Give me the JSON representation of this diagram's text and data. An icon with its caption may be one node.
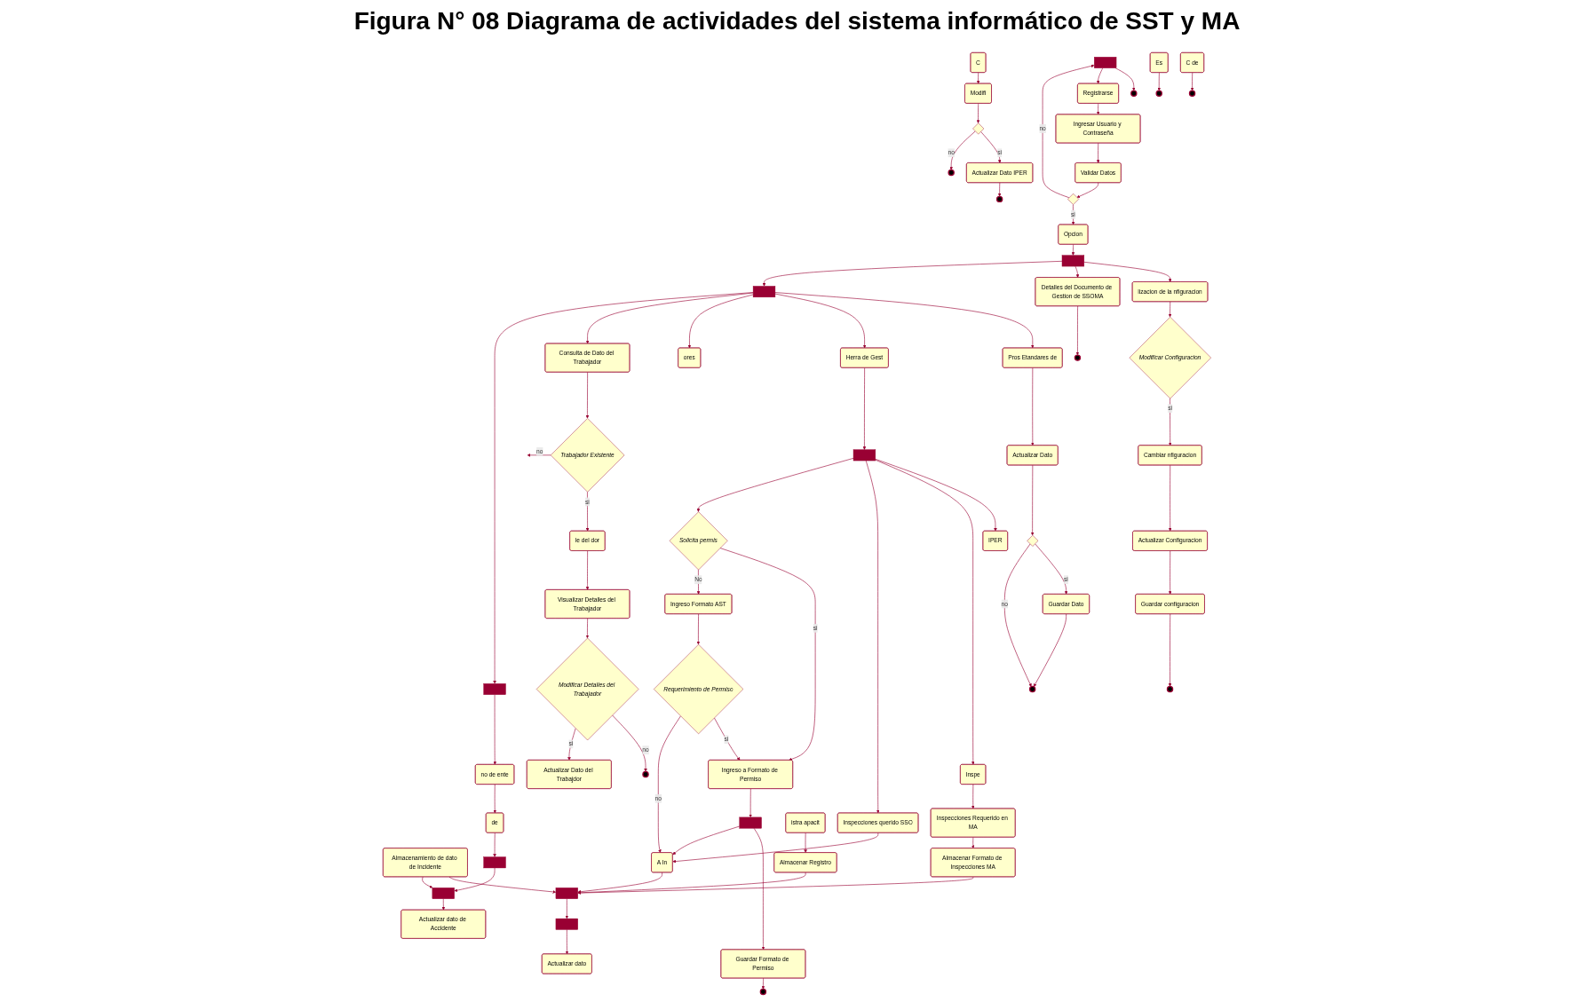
{
  "diagram": {
    "title": "Figura N° 08 Diagrama de actividades del sistema informático de SST y MA",
    "nodes": [
      {
        "text": [],
        "shape": "circle"
      },
      {
        "text": [],
        "shape": "bar"
      },
      {
        "text": [
          "Registrarse"
        ]
      },
      {
        "text": [
          "Ingresar Usuario y Contraseña"
        ]
      },
      {
        "text": [
          "Validar Datos"
        ]
      },
      {
        "text": [],
        "shape": "diamond"
      },
      {
        "text": [
          "Opcion"
        ]
      },
      {
        "text": [],
        "shape": "bar"
      },
      {
        "text": [],
        "shape": "bar"
      },
      {
        "text": [
          "Pros Etandares de"
        ]
      },
      {
        "text": [
          "Actualizar Dato"
        ]
      },
      {
        "text": [],
        "shape": "diamond"
      },
      {
        "text": [
          "Guardar Dato"
        ]
      },
      {
        "text": [],
        "shape": "circle"
      },
      {
        "text": [
          "Herra de Gest"
        ]
      },
      {
        "text": [],
        "shape": "bar"
      },
      {
        "text": [
          "ores"
        ]
      },
      {
        "text": [
          "Consulta de Dato del Trabajador"
        ]
      },
      {
        "text": [
          "Trabajador Existente"
        ]
      },
      {
        "text": [
          "le del dor"
        ]
      },
      {
        "text": [
          "Visualizar Detalles del Trabajador"
        ]
      },
      {
        "text": [
          "Modificar Detalles del Trabajador"
        ]
      },
      {
        "text": [],
        "shape": "circle"
      },
      {
        "text": [
          "Actualizar Dato del Trabajdor"
        ]
      },
      {
        "text": [
          "lizacion de la nfiguracion"
        ]
      },
      {
        "text": [
          "Modificar Configuracion"
        ]
      },
      {
        "text": [
          "Cambiar nfiguracion"
        ]
      },
      {
        "text": [
          "Actualizar Configuracion"
        ]
      },
      {
        "text": [
          "Guardar configuracion"
        ]
      },
      {
        "text": [],
        "shape": "circle"
      },
      {
        "text": [
          "Detalles del Documento de Gestion de SSOMA"
        ]
      },
      {
        "text": [],
        "shape": "circle"
      },
      {
        "text": [
          "IPER"
        ]
      },
      {
        "text": [
          "Inspe"
        ]
      },
      {
        "text": [
          "Inspecciones Requerido en MA"
        ]
      },
      {
        "text": [
          "Inspecciones querido SSO"
        ]
      },
      {
        "text": [
          "Solicita permis"
        ]
      },
      {
        "text": [
          "Ingreso a Formato de Permiso"
        ]
      },
      {
        "text": [
          "Ingreso Formato AST"
        ]
      },
      {
        "text": [
          "Requerimiento de Permiso"
        ]
      },
      {
        "text": [],
        "shape": "bar"
      },
      {
        "text": [
          "Guardar Formato de Permiso"
        ]
      },
      {
        "text": [],
        "shape": "circle"
      },
      {
        "text": [],
        "shape": "bar"
      },
      {
        "text": [
          "no de ente"
        ]
      },
      {
        "text": [
          "istra apacit"
        ]
      },
      {
        "text": [
          "Modifi"
        ]
      },
      {
        "text": [],
        "shape": "diamond"
      },
      {
        "text": [],
        "shape": "circle"
      },
      {
        "text": [
          "Es"
        ]
      },
      {
        "text": [],
        "shape": "circle"
      },
      {
        "text": [
          "C de"
        ]
      },
      {
        "text": [],
        "shape": "circle"
      },
      {
        "text": [
          "Actualizar dato"
        ]
      },
      {
        "text": [],
        "shape": "bar"
      },
      {
        "text": [],
        "shape": "bar"
      },
      {
        "text": [
          "Almacenamiento de dato de Incidente"
        ]
      },
      {
        "text": [
          "Actualizar dato de Accidente"
        ]
      },
      {
        "text": [],
        "shape": "bar"
      },
      {
        "text": [],
        "shape": "bar"
      },
      {
        "text": [
          "de"
        ]
      },
      {
        "text": [
          "Almacenar Registro"
        ]
      },
      {
        "text": [
          "Actualizar Dato IPER"
        ]
      },
      {
        "text": [],
        "shape": "circle"
      },
      {
        "text": [
          "A In"
        ]
      },
      {
        "text": [
          "Almacenar Formato de Inspecciones MA"
        ]
      },
      {
        "text": [
          "C"
        ]
      }
    ],
    "edges": [
      {
        "from": 1,
        "to": 0,
        "arrow": "to"
      },
      {
        "from": 1,
        "to": 2,
        "arrow": "to"
      },
      {
        "from": 2,
        "to": 3,
        "arrow": "to"
      },
      {
        "from": 3,
        "to": 4,
        "arrow": "to"
      },
      {
        "from": 4,
        "to": 5,
        "arrow": "to"
      },
      {
        "from": 5,
        "to": 1,
        "arrow": "to",
        "label": "no"
      },
      {
        "from": 5,
        "to": 6,
        "arrow": "to",
        "label": "si"
      },
      {
        "from": 6,
        "to": 7,
        "arrow": "to"
      },
      {
        "from": 7,
        "to": 24,
        "arrow": "to"
      },
      {
        "from": 7,
        "to": 30,
        "arrow": "to"
      },
      {
        "from": 7,
        "to": 8,
        "arrow": "to"
      },
      {
        "from": 8,
        "to": 9,
        "arrow": "to"
      },
      {
        "from": 8,
        "to": 14,
        "arrow": "to"
      },
      {
        "from": 8,
        "to": 16,
        "arrow": "to"
      },
      {
        "from": 8,
        "to": 17,
        "arrow": "to"
      },
      {
        "from": 8,
        "to": 43,
        "arrow": "to"
      },
      {
        "from": 9,
        "to": 10,
        "arrow": "to"
      },
      {
        "from": 10,
        "to": 11,
        "arrow": "to"
      },
      {
        "from": 11,
        "to": 12,
        "arrow": "to",
        "label": "si"
      },
      {
        "from": 11,
        "to": 13,
        "arrow": "to",
        "label": "no"
      },
      {
        "from": 12,
        "to": 13,
        "arrow": "to"
      },
      {
        "from": 14,
        "to": 15,
        "arrow": "to"
      },
      {
        "from": 15,
        "to": 32,
        "arrow": "to"
      },
      {
        "from": 15,
        "to": 33,
        "arrow": "to"
      },
      {
        "from": 15,
        "to": 35,
        "arrow": "to"
      },
      {
        "from": 35,
        "to": 64,
        "arrow": "to"
      },
      {
        "from": 15,
        "to": 36,
        "arrow": "to"
      },
      {
        "from": 17,
        "to": 18,
        "arrow": "to"
      },
      {
        "from": 18,
        "to": null,
        "arrow": "to",
        "label": "no"
      },
      {
        "from": 18,
        "to": 19,
        "arrow": "to",
        "label": "si"
      },
      {
        "from": 19,
        "to": 20,
        "arrow": "to"
      },
      {
        "from": 20,
        "to": 21,
        "arrow": "to"
      },
      {
        "from": 21,
        "to": 22,
        "arrow": "to",
        "label": "no"
      },
      {
        "from": 21,
        "to": 23,
        "arrow": "to",
        "label": "si"
      },
      {
        "from": 24,
        "to": 25,
        "arrow": "to"
      },
      {
        "from": 25,
        "to": 26,
        "arrow": "to",
        "label": "si"
      },
      {
        "from": 26,
        "to": 27,
        "arrow": "to"
      },
      {
        "from": 27,
        "to": 28,
        "arrow": "to"
      },
      {
        "from": 28,
        "to": 29,
        "arrow": "to"
      },
      {
        "from": 30,
        "to": 31,
        "arrow": "to"
      },
      {
        "from": 33,
        "to": 34,
        "arrow": "to"
      },
      {
        "from": 36,
        "to": 37,
        "arrow": "to",
        "label": "si"
      },
      {
        "from": 36,
        "to": 38,
        "arrow": "to",
        "label": "No"
      },
      {
        "from": 38,
        "to": 39,
        "arrow": "to"
      },
      {
        "from": 39,
        "to": 37,
        "arrow": "to",
        "label": "si"
      },
      {
        "from": 39,
        "to": 64,
        "arrow": "to",
        "label": "no"
      },
      {
        "from": 37,
        "to": 40,
        "arrow": "to"
      },
      {
        "from": 40,
        "to": 41,
        "arrow": "to"
      },
      {
        "from": 40,
        "to": 64,
        "arrow": "to"
      },
      {
        "from": 41,
        "to": 42,
        "arrow": "to"
      },
      {
        "from": 43,
        "to": 44,
        "arrow": "to"
      },
      {
        "from": 44,
        "to": 60,
        "arrow": "to"
      },
      {
        "from": 45,
        "to": 61,
        "arrow": "to"
      },
      {
        "from": 66,
        "to": 46,
        "arrow": "to"
      },
      {
        "from": 46,
        "to": 47,
        "arrow": "to"
      },
      {
        "from": 47,
        "to": 62,
        "arrow": "to",
        "label": "si"
      },
      {
        "from": 47,
        "to": 48,
        "arrow": "to",
        "label": "no"
      },
      {
        "from": 49,
        "to": 50,
        "arrow": "to"
      },
      {
        "from": 51,
        "to": 52,
        "arrow": "to"
      },
      {
        "from": 54,
        "to": 53,
        "arrow": "to"
      },
      {
        "from": 55,
        "to": 54,
        "arrow": "to"
      },
      {
        "from": 56,
        "to": 55,
        "arrow": "to"
      },
      {
        "from": 56,
        "to": 58,
        "arrow": "to"
      },
      {
        "from": 59,
        "to": 58,
        "arrow": "to"
      },
      {
        "from": 58,
        "to": 57,
        "arrow": "to"
      },
      {
        "from": 60,
        "to": 59,
        "arrow": "to"
      },
      {
        "from": 61,
        "to": 55,
        "arrow": "to"
      },
      {
        "from": 64,
        "to": 55,
        "arrow": "to"
      },
      {
        "from": 65,
        "to": 55,
        "arrow": "to"
      },
      {
        "from": 62,
        "to": 63,
        "arrow": "to"
      },
      {
        "from": 34,
        "to": 65,
        "arrow": "to"
      }
    ]
  }
}
